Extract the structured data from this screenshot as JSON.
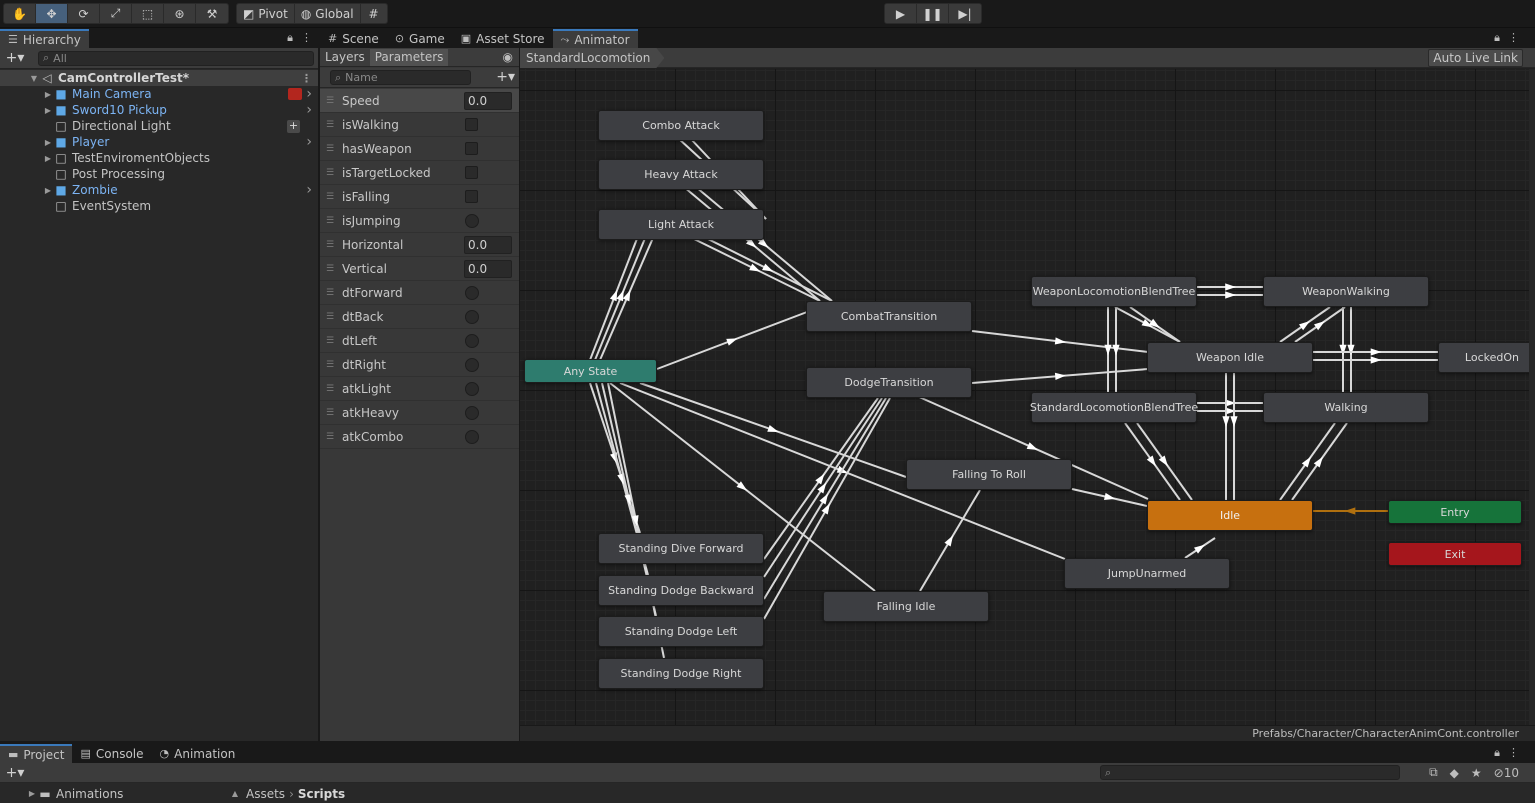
{
  "toolbar": {
    "tools": [
      {
        "name": "hand-tool",
        "glyph": "✋"
      },
      {
        "name": "move-tool",
        "glyph": "✥"
      },
      {
        "name": "rotate-tool",
        "glyph": "⟳"
      },
      {
        "name": "scale-tool",
        "glyph": "⤢"
      },
      {
        "name": "rect-tool",
        "glyph": "⬚"
      },
      {
        "name": "transform-tool",
        "glyph": "⊛"
      },
      {
        "name": "custom-tool",
        "glyph": "⚒"
      }
    ],
    "pivot_label": "Pivot",
    "global_label": "Global",
    "play_icon": "play-icon",
    "pause_icon": "pause-icon",
    "step_icon": "step-icon"
  },
  "hierarchy": {
    "tab_label": "Hierarchy",
    "search_placeholder": "All",
    "items": [
      {
        "label": "CamControllerTest*",
        "root": true,
        "expanded": true,
        "depth": 0
      },
      {
        "label": "Main Camera",
        "prefab": true,
        "caret": true,
        "arrow": true,
        "badge": true,
        "depth": 1
      },
      {
        "label": "Sword10 Pickup",
        "prefab": true,
        "caret": true,
        "arrow": true,
        "depth": 1
      },
      {
        "label": "Directional Light",
        "prefab": false,
        "caret": false,
        "plus": true,
        "depth": 1
      },
      {
        "label": "Player",
        "prefab": true,
        "caret": true,
        "arrow": true,
        "depth": 1
      },
      {
        "label": "TestEnviromentObjects",
        "prefab": false,
        "caret": true,
        "depth": 1
      },
      {
        "label": "Post Processing",
        "prefab": false,
        "caret": false,
        "depth": 1
      },
      {
        "label": "Zombie",
        "prefab": true,
        "caret": true,
        "arrow": true,
        "depth": 1
      },
      {
        "label": "EventSystem",
        "prefab": false,
        "caret": false,
        "depth": 1
      }
    ]
  },
  "tabs": {
    "scene": "Scene",
    "game": "Game",
    "asset_store": "Asset Store",
    "animator": "Animator"
  },
  "params": {
    "layers_tab": "Layers",
    "parameters_tab": "Parameters",
    "search_placeholder": "Name",
    "items": [
      {
        "name": "Speed",
        "type": "float",
        "value": "0.0",
        "selected": true
      },
      {
        "name": "isWalking",
        "type": "bool"
      },
      {
        "name": "hasWeapon",
        "type": "bool"
      },
      {
        "name": "isTargetLocked",
        "type": "bool"
      },
      {
        "name": "isFalling",
        "type": "bool"
      },
      {
        "name": "isJumping",
        "type": "trigger"
      },
      {
        "name": "Horizontal",
        "type": "float",
        "value": "0.0"
      },
      {
        "name": "Vertical",
        "type": "float",
        "value": "0.0"
      },
      {
        "name": "dtForward",
        "type": "trigger"
      },
      {
        "name": "dtBack",
        "type": "trigger"
      },
      {
        "name": "dtLeft",
        "type": "trigger"
      },
      {
        "name": "dtRight",
        "type": "trigger"
      },
      {
        "name": "atkLight",
        "type": "trigger"
      },
      {
        "name": "atkHeavy",
        "type": "trigger"
      },
      {
        "name": "atkCombo",
        "type": "trigger"
      }
    ]
  },
  "animator": {
    "breadcrumb": "StandardLocomotion",
    "auto_live_link": "Auto Live Link",
    "controller_path": "Prefabs/Character/CharacterAnimCont.controller",
    "states": {
      "combo_attack": "Combo Attack",
      "heavy_attack": "Heavy Attack",
      "light_attack": "Light Attack",
      "any_state": "Any State",
      "combat_transition": "CombatTransition",
      "dodge_transition": "DodgeTransition",
      "weapon_locomotion": "WeaponLocomotionBlendTree",
      "weapon_walking": "WeaponWalking",
      "weapon_idle": "Weapon Idle",
      "locked_on": "LockedOn",
      "standard_locomotion": "StandardLocomotionBlendTree",
      "walking": "Walking",
      "falling_to_roll": "Falling To Roll",
      "idle": "Idle",
      "entry": "Entry",
      "exit": "Exit",
      "dive_forward": "Standing Dive Forward",
      "dodge_backward": "Standing Dodge Backward",
      "dodge_left": "Standing Dodge Left",
      "dodge_right": "Standing Dodge Right",
      "falling_idle": "Falling Idle",
      "jump_unarmed": "JumpUnarmed"
    }
  },
  "project": {
    "project_tab": "Project",
    "console_tab": "Console",
    "animation_tab": "Animation",
    "folder": "Animations",
    "crumb_assets": "Assets",
    "crumb_scripts": "Scripts",
    "hidden_count": "10"
  },
  "colors": {
    "any_state": "#2e7c6e",
    "idle": "#c7700f",
    "entry": "#16733a",
    "exit": "#a5161c",
    "accent": "#3a79bb"
  }
}
